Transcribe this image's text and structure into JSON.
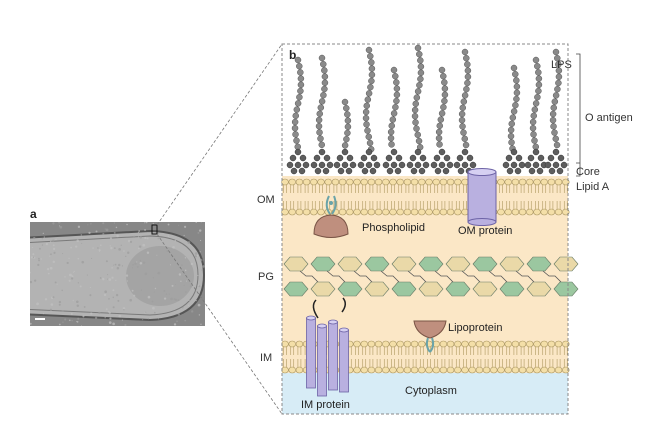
{
  "panel_a": {
    "label": "a"
  },
  "panel_b": {
    "label": "b",
    "outer_labels": {
      "lps": "LPS",
      "o_antigen": "O antigen",
      "core": "Core",
      "lipid_a": "Lipid A"
    },
    "layer_labels": {
      "om": "OM",
      "pg": "PG",
      "im": "IM"
    },
    "component_labels": {
      "phospholipid": "Phospholipid",
      "om_protein": "OM protein",
      "lipoprotein": "Lipoprotein",
      "cytoplasm": "Cytoplasm",
      "im_protein": "IM protein"
    }
  },
  "colors": {
    "periplasm": "#fbe7c6",
    "cytoplasm": "#d7ecf6",
    "lipid_head": "#f4dfa8",
    "lipid_head_stroke": "#a99560",
    "sugar": "#8a8a8a",
    "sugar_stroke": "#555555",
    "om_protein": "#b9b0e0",
    "om_protein_stroke": "#6d63a6",
    "lipoprotein": "#bf8f7e",
    "lipoprotein_stroke": "#7a5546",
    "pg_green": "#9bc7a0",
    "pg_tan": "#ead9a8",
    "pg_stroke": "#667a66",
    "tem_bg": "#8a8a8a",
    "tem_cell": "#b5b5b5"
  }
}
